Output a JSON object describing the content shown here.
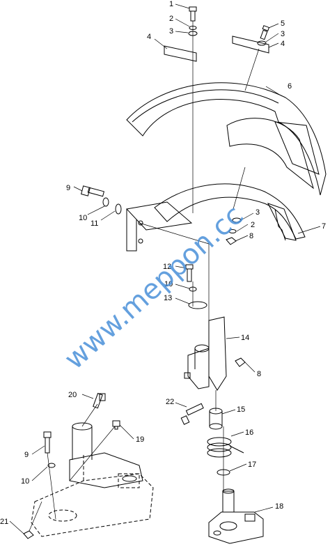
{
  "watermark": "www.meppon.cc",
  "callouts": [
    "1",
    "2",
    "3",
    "4",
    "5",
    "3",
    "4",
    "6",
    "9",
    "10",
    "11",
    "3",
    "2",
    "8",
    "7",
    "12",
    "10",
    "13",
    "14",
    "8",
    "22",
    "15",
    "16",
    "17",
    "18",
    "20",
    "19",
    "9",
    "10",
    "21"
  ]
}
